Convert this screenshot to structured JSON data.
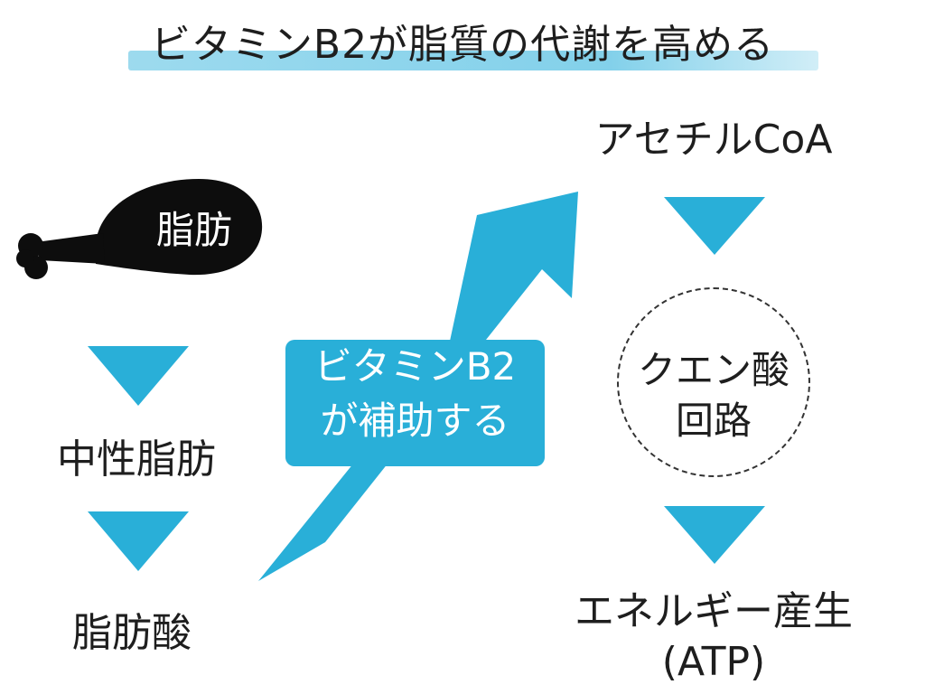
{
  "title": "ビタミンB2が脂質の代謝を高める",
  "colors": {
    "accent": "#29afd8",
    "highlight": "#7ccee9",
    "ink": "#1e1e1e",
    "food_icon": "#0d0d0d"
  },
  "icons": {
    "food": "meat-drumstick-icon",
    "flow": "down-triangle-arrow-icon",
    "boost": "upward-arrow-icon"
  },
  "left_flow": {
    "food_label": "脂肪",
    "step1": "中性脂肪",
    "step2": "脂肪酸"
  },
  "callout": {
    "line1": "ビタミンB2",
    "line2": "が補助する"
  },
  "right_flow": {
    "step1": "アセチルCoA",
    "cycle_line1": "クエン酸",
    "cycle_line2": "回路",
    "result_line1": "エネルギー産生",
    "result_line2": "(ATP)"
  }
}
